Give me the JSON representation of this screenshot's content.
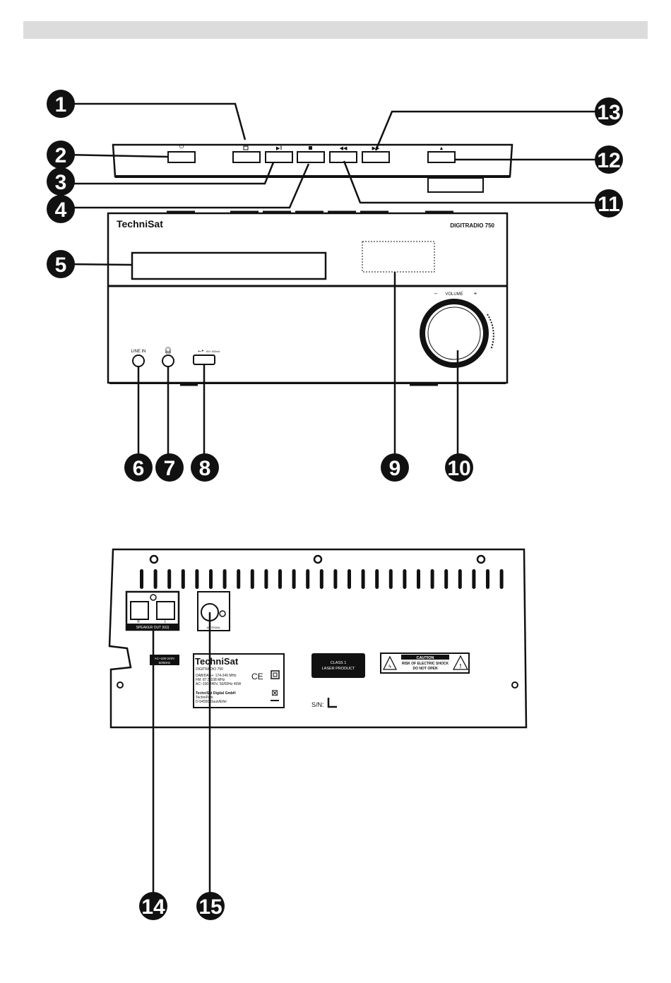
{
  "front": {
    "brand": "TechniSat",
    "model": "DIGITRADIO 750",
    "volume_label": "VOLUME",
    "volume_minus": "–",
    "volume_plus": "+",
    "line_in_label": "LINE IN",
    "usb_spec": "5V/= 500mA",
    "button_icons": [
      "power-icon",
      "source-icon",
      "play-pause-icon",
      "stop-icon",
      "previous-icon",
      "next-icon",
      "eject-icon"
    ]
  },
  "rear": {
    "speaker_out_label": "SPEAKER OUT (6Ω)",
    "speaker_r": "R",
    "speaker_l": "L",
    "antenna_label": "ANTENNA",
    "power_line1": "AC~100-240V",
    "power_line2": "50/60Hz",
    "label_brand": "TechniSat",
    "label_lines": [
      "DIGITRADIO 750",
      "DAB/DAB+: 174-240 MHz",
      "FM: 87.5-108 MHz",
      "AC~100-240V, 50/60Hz 40W",
      "",
      "TechniSat Digital GmbH",
      "TechniPark",
      "D-54550 Daun/Eifel"
    ],
    "ce_mark": "CE",
    "laser_line1": "CLASS 1",
    "laser_line2": "LASER PRODUCT",
    "caution_title": "CAUTION",
    "caution_line1": "RISK OF ELECTRIC SHOCK",
    "caution_line2": "DO NOT OPEN",
    "serial_label": "S/N:"
  },
  "callouts": [
    "1",
    "2",
    "3",
    "4",
    "5",
    "6",
    "7",
    "8",
    "9",
    "10",
    "11",
    "12",
    "13",
    "14",
    "15"
  ]
}
